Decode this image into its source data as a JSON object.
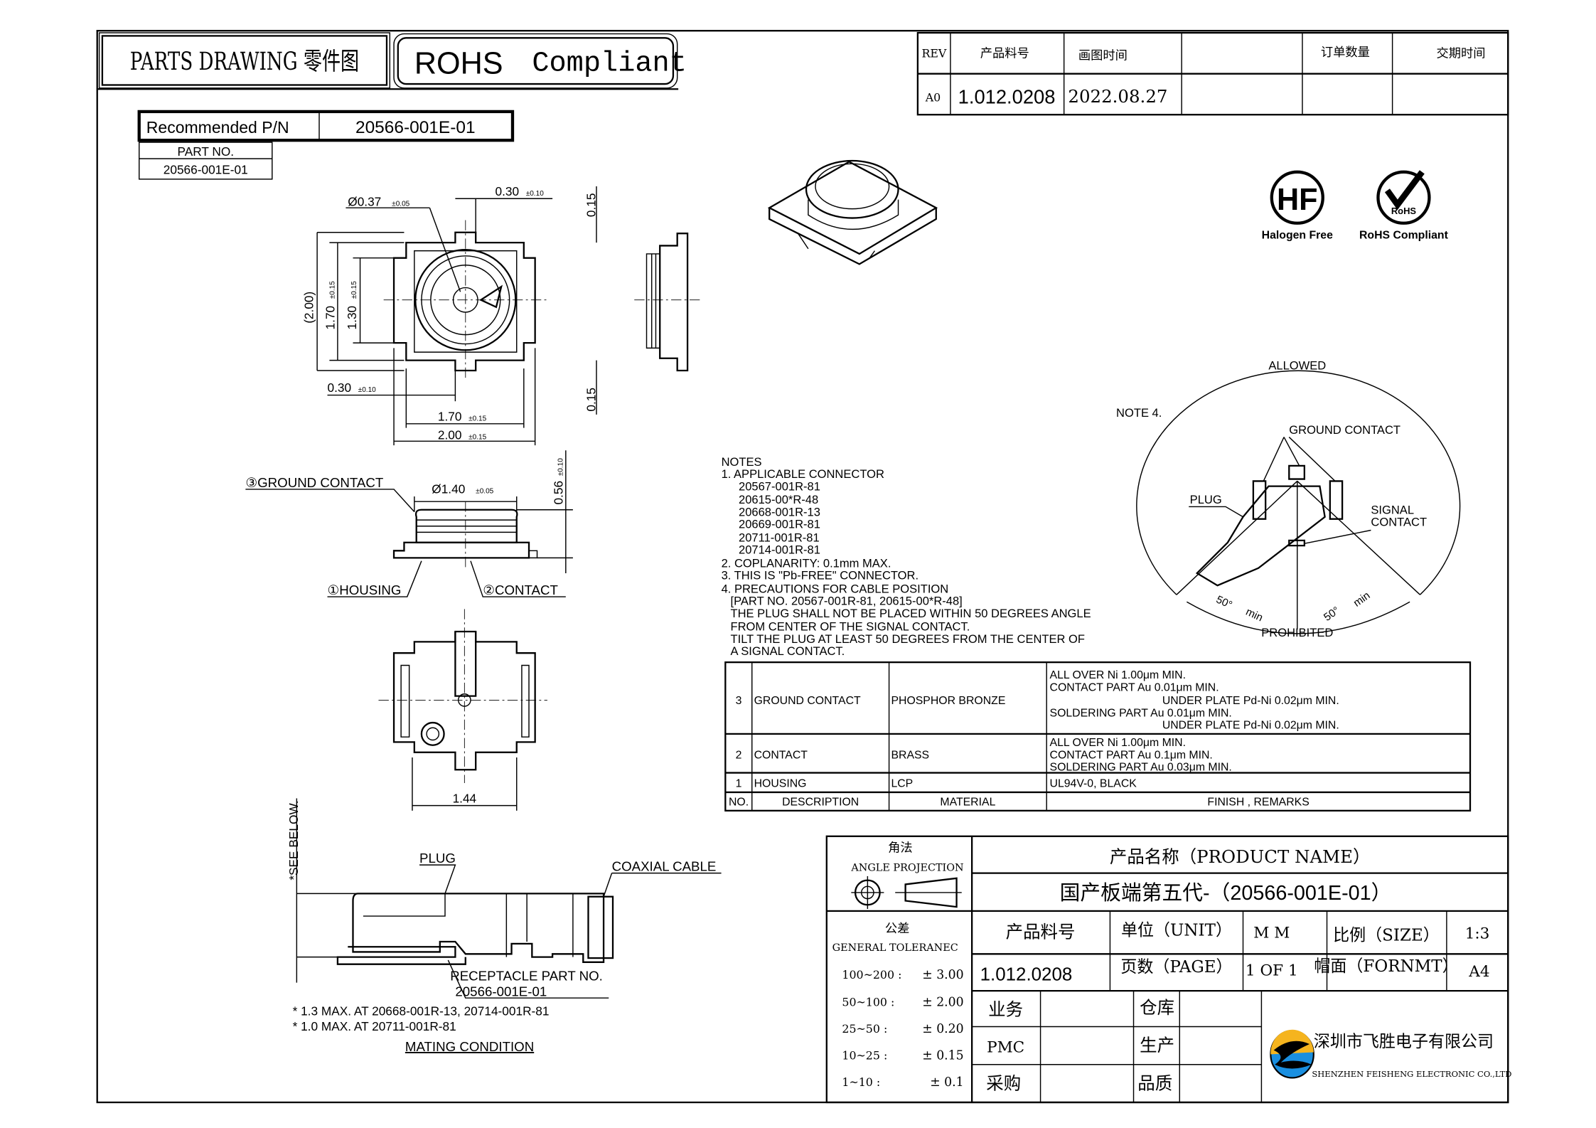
{
  "header": {
    "parts_drawing": "PARTS DRAWING 零件图",
    "rohs": "ROHS",
    "compliant": "Compliant"
  },
  "rev_table": {
    "headers": [
      "REV",
      "产品料号",
      "画图时间",
      "",
      "订单数量",
      "交期时间"
    ],
    "row": [
      "A0",
      "1.012.0208",
      "2022.08.27",
      "",
      "",
      ""
    ]
  },
  "recommended": {
    "label": "Recommended P/N",
    "value": "20566-001E-01",
    "part_no_label": "PART NO.",
    "part_no_value": "20566-001E-01"
  },
  "badges": {
    "hf_glyph": "HF",
    "hf_label": "Halogen Free",
    "rohs_glyph": "RoHS",
    "rohs_label": "RoHS Compliant"
  },
  "top_view": {
    "dia": "Ø0.37",
    "dia_tol": "±0.05",
    "top_w": "0.30",
    "top_w_tol": "±0.10",
    "right_top": "0.15",
    "ref_h": "(2.00)",
    "h170": "1.70",
    "h170_tol": "±0.15",
    "h130": "1.30",
    "h130_tol": "±0.15",
    "bot_left": "0.30",
    "bot_left_tol": "±0.10",
    "right_bot": "0.15",
    "w170": "1.70",
    "w170_tol": "±0.15",
    "w200": "2.00",
    "w200_tol": "±0.15"
  },
  "side_view": {
    "ground_contact": "③GROUND CONTACT",
    "dia": "Ø1.40",
    "dia_tol": "±0.05",
    "height": "0.56",
    "height_tol": "±0.10",
    "housing": "①HOUSING",
    "contact": "②CONTACT"
  },
  "bottom_view": {
    "width": "1.44"
  },
  "mating": {
    "see_below": "*SEE BELOW.",
    "plug": "PLUG",
    "coaxial_cable": "COAXIAL CABLE",
    "receptacle": "RECEPTACLE PART NO.",
    "receptacle_pn": "20566-001E-01",
    "note1": "* 1.3 MAX. AT 20668-001R-13, 20714-001R-81",
    "note2": "* 1.0 MAX. AT 20711-001R-81",
    "title": "MATING CONDITION"
  },
  "notes": [
    "NOTES",
    "1. APPLICABLE CONNECTOR",
    "    20567-001R-81",
    "    20615-00*R-48",
    "    20668-001R-13",
    "    20669-001R-81",
    "    20711-001R-81",
    "    20714-001R-81",
    "2. COPLANARITY: 0.1mm MAX.",
    "3. THIS IS \"Pb-FREE\" CONNECTOR.",
    "4. PRECAUTIONS FOR CABLE POSITION",
    "   [PART NO. 20567-001R-81, 20615-00*R-48]",
    "   THE PLUG SHALL NOT BE PLACED WITHIN 50 DEGREES ANGLE",
    "   FROM CENTER OF THE SIGNAL CONTACT.",
    "   TILT THE PLUG AT LEAST 50 DEGREES FROM THE CENTER OF",
    "   A SIGNAL CONTACT."
  ],
  "angle_diagram": {
    "allowed": "ALLOWED",
    "note4": "NOTE 4.",
    "ground_contact": "GROUND CONTACT",
    "plug": "PLUG",
    "signal": "SIGNAL",
    "contact": "CONTACT",
    "left_angle": "50°",
    "left_min": "min",
    "right_angle": "50°",
    "right_min": "min",
    "prohibited": "PROHIBITED"
  },
  "materials": {
    "rows": [
      {
        "no": "3",
        "desc": "GROUND CONTACT",
        "material": "PHOSPHOR BRONZE",
        "finish": [
          "ALL OVER Ni 1.00μm MIN.",
          "CONTACT PART Au 0.01μm MIN.",
          "UNDER PLATE Pd-Ni 0.02μm MIN.",
          "SOLDERING PART Au 0.01μm MIN.",
          "UNDER PLATE Pd-Ni 0.02μm MIN."
        ]
      },
      {
        "no": "2",
        "desc": "CONTACT",
        "material": "BRASS",
        "finish": [
          "ALL OVER Ni 1.00μm MIN.",
          "CONTACT PART Au 0.1μm MIN.",
          "SOLDERING PART Au 0.03μm MIN."
        ]
      },
      {
        "no": "1",
        "desc": "HOUSING",
        "material": "LCP",
        "finish": [
          "UL94V-0, BLACK"
        ]
      }
    ],
    "headers": [
      "NO.",
      "DESCRIPTION",
      "MATERIAL",
      "FINISH , REMARKS"
    ]
  },
  "title_block": {
    "angle_cn": "角法",
    "angle_en": "ANGLE PROJECTION",
    "product_name_label": "产品名称（PRODUCT NAME）",
    "product_name": "国产板端第五代-（20566-001E-01）",
    "tolerance_cn": "公差",
    "tolerance_en": "GENERAL TOLERANEC",
    "tolerances": [
      {
        "range": "100~200 :",
        "value": "± 3.00"
      },
      {
        "range": "50~100 :",
        "value": "± 2.00"
      },
      {
        "range": "25~50 :",
        "value": "± 0.20"
      },
      {
        "range": "10~25 :",
        "value": "± 0.15"
      },
      {
        "range": "1~10 :",
        "value": "± 0.1"
      }
    ],
    "part_no_label": "产品料号",
    "part_no": "1.012.0208",
    "unit_label": "单位（UNIT）",
    "unit": "M M",
    "page_label": "页数（PAGE）",
    "page": "1 OF 1",
    "size_label": "比例（SIZE）",
    "size": "1:3",
    "format_label": "帽面（FORNMT）",
    "format": "A4",
    "sign": [
      "业务",
      "PMC",
      "采购",
      "仓库",
      "生产",
      "品质"
    ],
    "company_cn": "深圳市飞胜电子有限公司",
    "company_en": "SHENZHEN FEISHENG ELECTRONIC  CO.,LTD",
    "logo_colors": [
      "#f5b41e",
      "#1a8fe0",
      "#000000"
    ]
  }
}
